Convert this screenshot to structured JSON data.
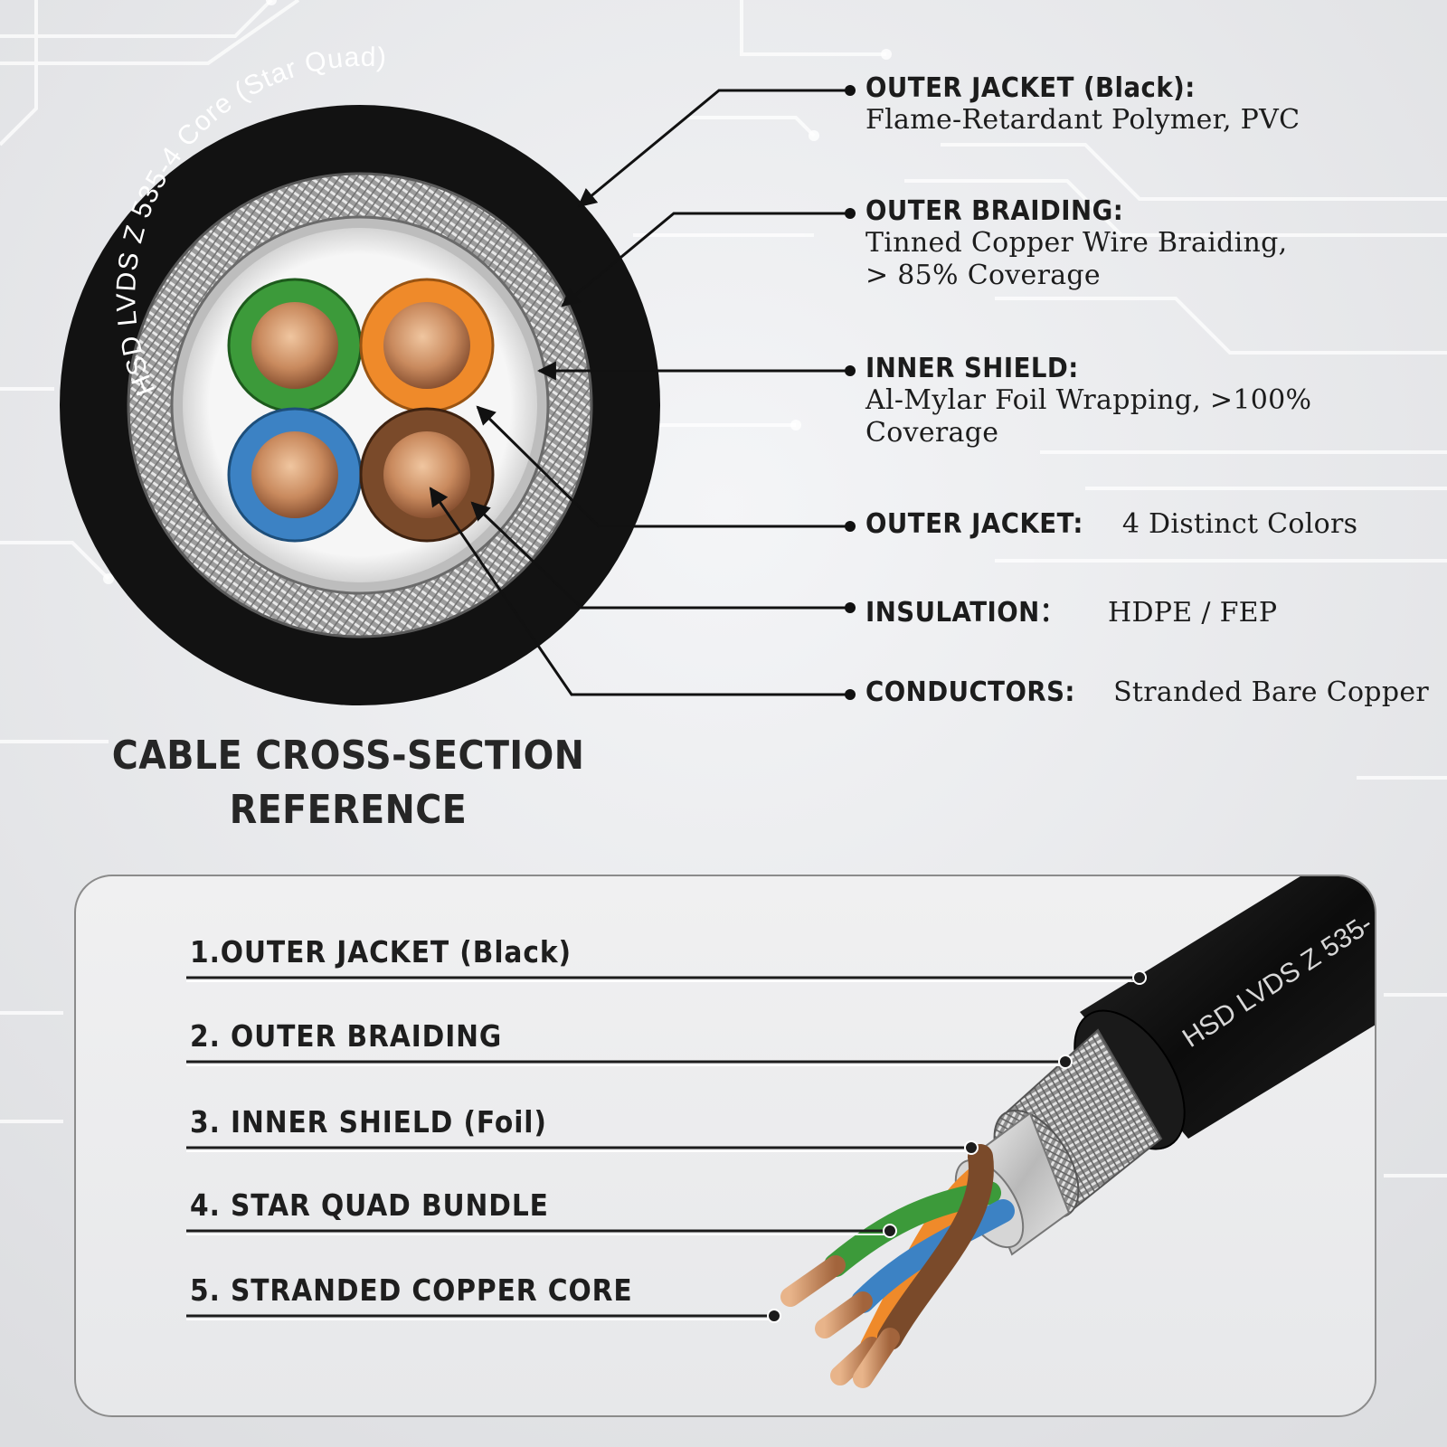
{
  "cable_marking": "HSD LVDS Z 535-4 Core (Star Quad)",
  "cable_marking_short": "HSD LVDS Z 535-",
  "title": {
    "line1": "CABLE CROSS-SECTION",
    "line2": "REFERENCE"
  },
  "callouts": [
    {
      "title": "OUTER JACKET (Black):",
      "desc1": "Flame-Retardant Polymer, PVC"
    },
    {
      "title": "OUTER BRAIDING:",
      "desc1": "Tinned Copper Wire Braiding,",
      "desc2": "> 85%  Coverage"
    },
    {
      "title": "INNER SHIELD:",
      "desc1": "Al-Mylar Foil Wrapping, >100%",
      "desc2": "Coverage"
    },
    {
      "title": "OUTER JACKET:",
      "desc1": "4 Distinct Colors"
    },
    {
      "title": "INSULATION：",
      "desc1": "HDPE / FEP"
    },
    {
      "title": "CONDUCTORS:",
      "desc1": "Stranded Bare Copper"
    }
  ],
  "layers": [
    "1.OUTER JACKET (Black)",
    "2. OUTER BRAIDING",
    "3. INNER SHIELD (Foil)",
    "4. STAR QUAD BUNDLE",
    "5. STRANDED COPPER CORE"
  ],
  "colors": {
    "jacket": "#121212",
    "braid": "#a9a9a9",
    "foil": "#c8c8c8",
    "copper": "#c98a5e",
    "core_green": "#3c9a3a",
    "core_orange": "#ef8a2a",
    "core_blue": "#3c82c4",
    "core_brown": "#7a4a2a"
  }
}
